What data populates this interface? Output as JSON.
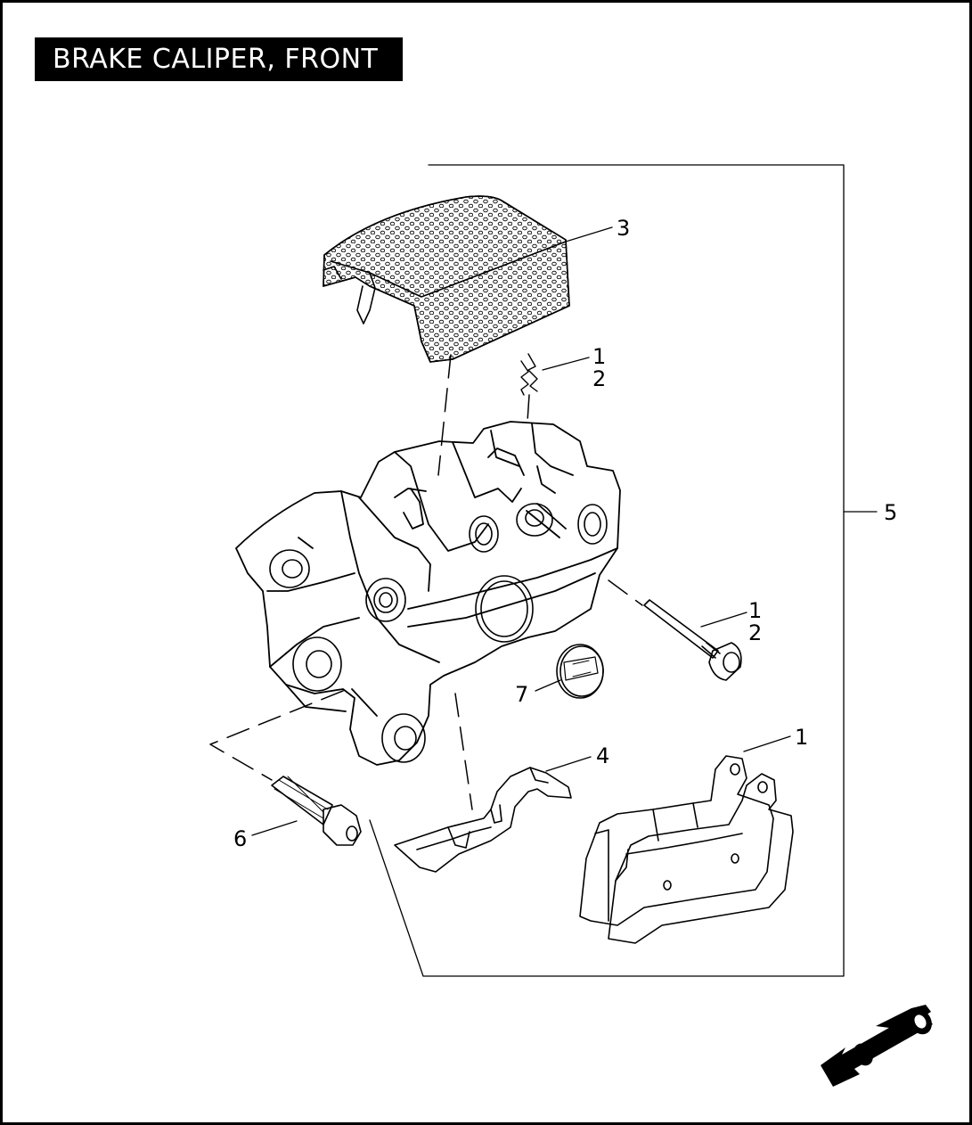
{
  "title": "BRAKE CALIPER, FRONT",
  "callouts": {
    "pad_clip_1": "1",
    "pad_clip_2": "2",
    "cover": "3",
    "pin_1": "1",
    "pin_2": "2",
    "kit": "5",
    "medallion": "7",
    "spring": "4",
    "pads": "1",
    "bolt": "6"
  },
  "orientation_icon": "motorcycle-direction-icon"
}
